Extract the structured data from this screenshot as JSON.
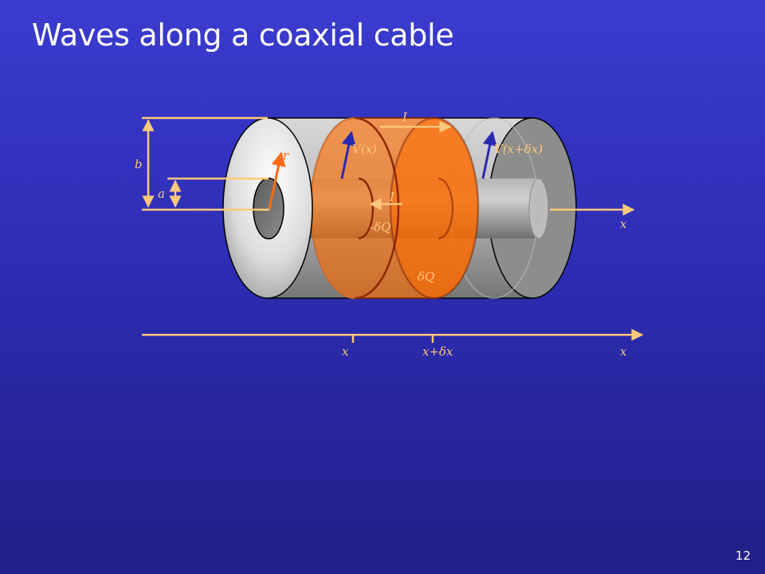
{
  "slide": {
    "title": "Waves along a coaxial cable",
    "page_number": "12"
  },
  "diagram": {
    "labels": {
      "b": "b",
      "a": "a",
      "r": "r",
      "current_top": "I",
      "current_inner": "I",
      "voltage_left": "V(x)",
      "voltage_right": "V(x+δx)",
      "charge_inner": "-δQ",
      "charge_outer": "δQ",
      "axis_top": "x",
      "axis_bottom_x": "x",
      "axis_bottom_xdx": "x+δx",
      "axis_bottom_end": "x"
    },
    "colors": {
      "annotation": "#ffc87a",
      "slice_fill": "#ff6a00",
      "slice_edge": "#8a2a00",
      "radius_arrow": "#ff6a10",
      "voltage_arrow": "#2a2ab0",
      "cable_gray": "#a6a6a6"
    }
  }
}
